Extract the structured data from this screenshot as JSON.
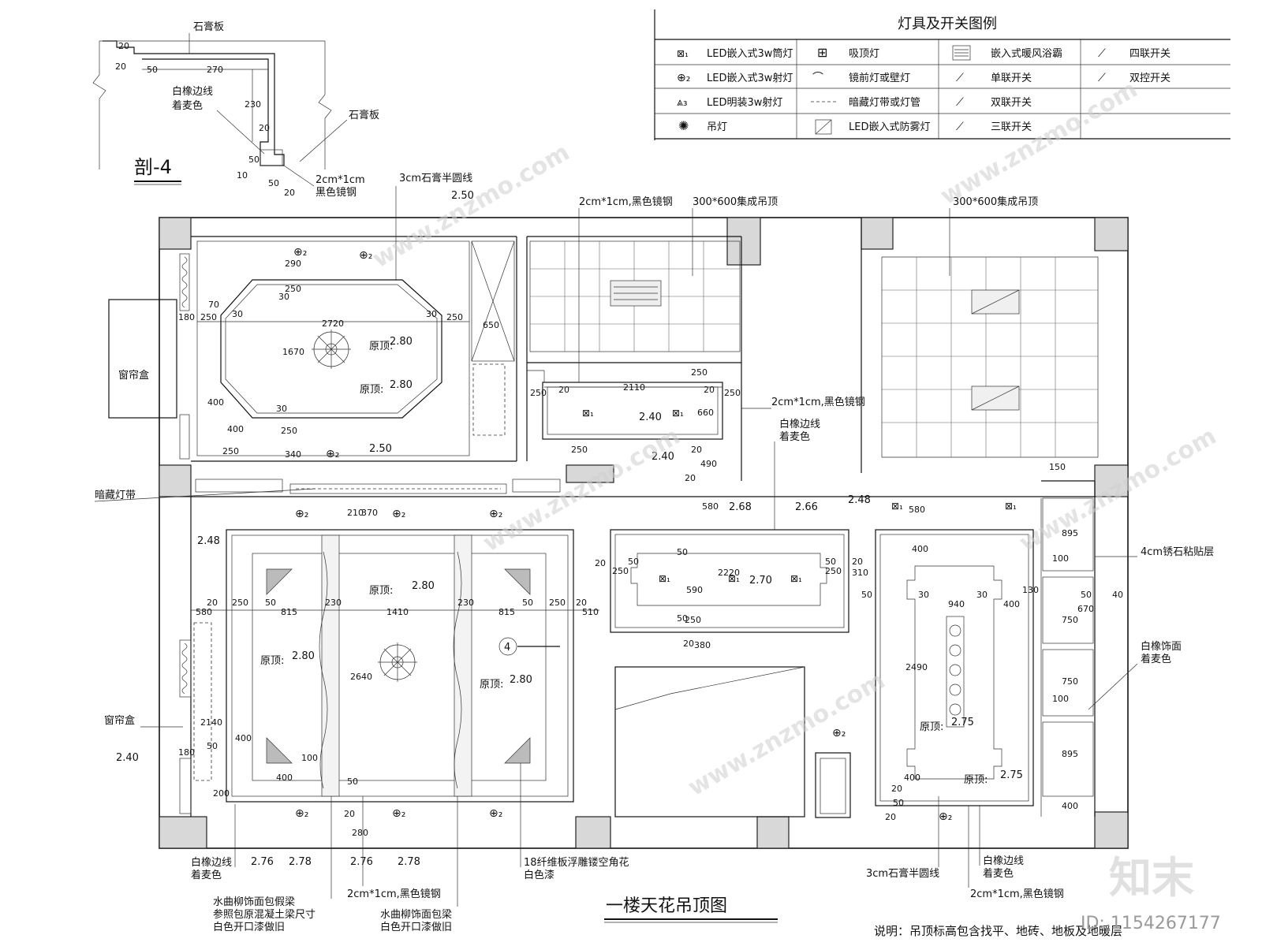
{
  "section": {
    "title": "剖-4",
    "labels": [
      "石膏板",
      "石膏板",
      "白橡边线",
      "着麦色",
      "2cm*1cm",
      "黑色镜钢"
    ],
    "dims": [
      "20",
      "20",
      "50",
      "270",
      "230",
      "20",
      "10",
      "50",
      "50",
      "20"
    ]
  },
  "legend": {
    "title": "灯具及开关图例",
    "items": [
      {
        "icon": "downlight-icon",
        "label": "LED嵌入式3w筒灯"
      },
      {
        "icon": "spotlight-icon",
        "label": "LED嵌入式3w射灯"
      },
      {
        "icon": "surface-spotlight-icon",
        "label": "LED明装3w射灯"
      },
      {
        "icon": "chandelier-icon",
        "label": "吊灯"
      },
      {
        "icon": "ceiling-light-icon",
        "label": "吸顶灯"
      },
      {
        "icon": "mirror-light-icon",
        "label": "镜前灯或壁灯"
      },
      {
        "icon": "hidden-strip-icon",
        "label": "暗藏灯带或灯管"
      },
      {
        "icon": "moisture-light-icon",
        "label": "LED嵌入式防雾灯"
      },
      {
        "icon": "bath-heater-icon",
        "label": "嵌入式暖风浴霸"
      },
      {
        "icon": "single-switch-icon",
        "label": "单联开关"
      },
      {
        "icon": "double-switch-icon",
        "label": "双联开关"
      },
      {
        "icon": "triple-switch-icon",
        "label": "三联开关"
      },
      {
        "icon": "quad-switch-icon",
        "label": "四联开关"
      },
      {
        "icon": "two-way-switch-icon",
        "label": "双控开关"
      }
    ]
  },
  "plan": {
    "title": "一楼天花吊顶图",
    "note": "说明：吊顶标高包含找平、地砖、地板及地暖层",
    "labels": {
      "curtain_box": "窗帘盒",
      "hidden_strip": "暗藏灯带",
      "gypsum_line": "3cm石膏半圆线",
      "mirror_steel": "2cm*1cm,黑色镜钢",
      "ceiling_300": "300*600集成吊顶",
      "oak_edge_1": "白橡边线",
      "oak_edge_2": "着麦色",
      "stone_layer": "4cm锈石粘贴层",
      "oak_face_1": "白橡饰面",
      "oak_face_2": "着麦色",
      "orig_ceiling": "原顶:",
      "fiber_board_1": "18纤维板浮雕镂空角花",
      "fiber_board_2": "白色漆",
      "beam_1": "水曲柳饰面包假梁",
      "beam_2": "参照包原混凝土梁尺寸",
      "beam_3": "白色开口漆做旧",
      "beam_4": "水曲柳饰面包梁",
      "beam_5": "白色开口漆做旧",
      "section_ref": "4"
    },
    "levels": [
      "2.50",
      "2.80",
      "2.80",
      "2.50",
      "2.40",
      "2.40",
      "2.68",
      "2.66",
      "2.48",
      "2.48",
      "2.80",
      "2.80",
      "2.80",
      "2.70",
      "2.75",
      "2.75",
      "2.40",
      "2.76",
      "2.78",
      "2.76",
      "2.78"
    ],
    "dims": [
      "290",
      "250",
      "30",
      "180",
      "70",
      "250",
      "30",
      "2720",
      "30",
      "250",
      "650",
      "1670",
      "400",
      "400",
      "250",
      "30",
      "250",
      "340",
      "250",
      "20",
      "2110",
      "20",
      "250",
      "250",
      "660",
      "250",
      "20",
      "490",
      "20",
      "580",
      "210",
      "370",
      "20",
      "250",
      "580",
      "50",
      "815",
      "1410",
      "815",
      "50",
      "250",
      "20",
      "510",
      "230",
      "230",
      "2640",
      "400",
      "100",
      "2140",
      "400",
      "180",
      "50",
      "200",
      "50",
      "20",
      "280",
      "20",
      "50",
      "250",
      "50",
      "2220",
      "50",
      "250",
      "20",
      "310",
      "590",
      "50",
      "250",
      "20",
      "380",
      "580",
      "400",
      "30",
      "940",
      "30",
      "400",
      "50",
      "20",
      "2490",
      "400",
      "50",
      "20",
      "130",
      "50",
      "40",
      "670",
      "895",
      "100",
      "750",
      "750",
      "100",
      "895",
      "400",
      "150"
    ]
  },
  "watermark": {
    "site": "www.znzmo.com",
    "brand": "知末",
    "id": "ID: 1154267177"
  }
}
